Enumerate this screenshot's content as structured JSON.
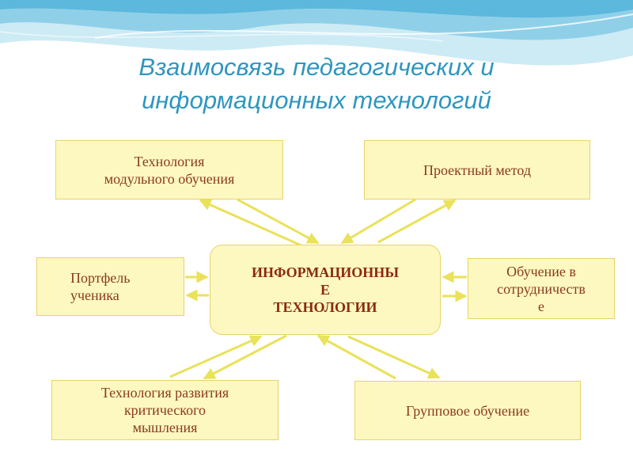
{
  "title": {
    "line1": "Взаимосвязь педагогических и",
    "line2": "информационных технологий"
  },
  "center": {
    "lines": [
      "ИНФОРМАЦИОННЫ",
      "Е",
      "ТЕХНОЛОГИИ"
    ]
  },
  "nodes": {
    "modular": {
      "lines": [
        "Технология",
        "модульного обучения"
      ]
    },
    "project": {
      "lines": [
        "Проектный метод"
      ]
    },
    "portfolio": {
      "lines": [
        "Портфель",
        "ученика"
      ]
    },
    "cooperation": {
      "lines": [
        "Обучение в",
        "сотрудничеств",
        "е"
      ]
    },
    "critical": {
      "lines": [
        "Технология развития",
        "критического",
        "мышления"
      ]
    },
    "group": {
      "lines": [
        "Групповое обучение"
      ]
    }
  },
  "colors": {
    "title": "#2f96bf",
    "box_fill": "#fdf8c0",
    "box_border": "#e8d36a",
    "box_text": "#8a3a1f",
    "arrow": "#e9e25a",
    "wave_light": "#d4eef7",
    "wave_mid": "#7fc8e4"
  }
}
